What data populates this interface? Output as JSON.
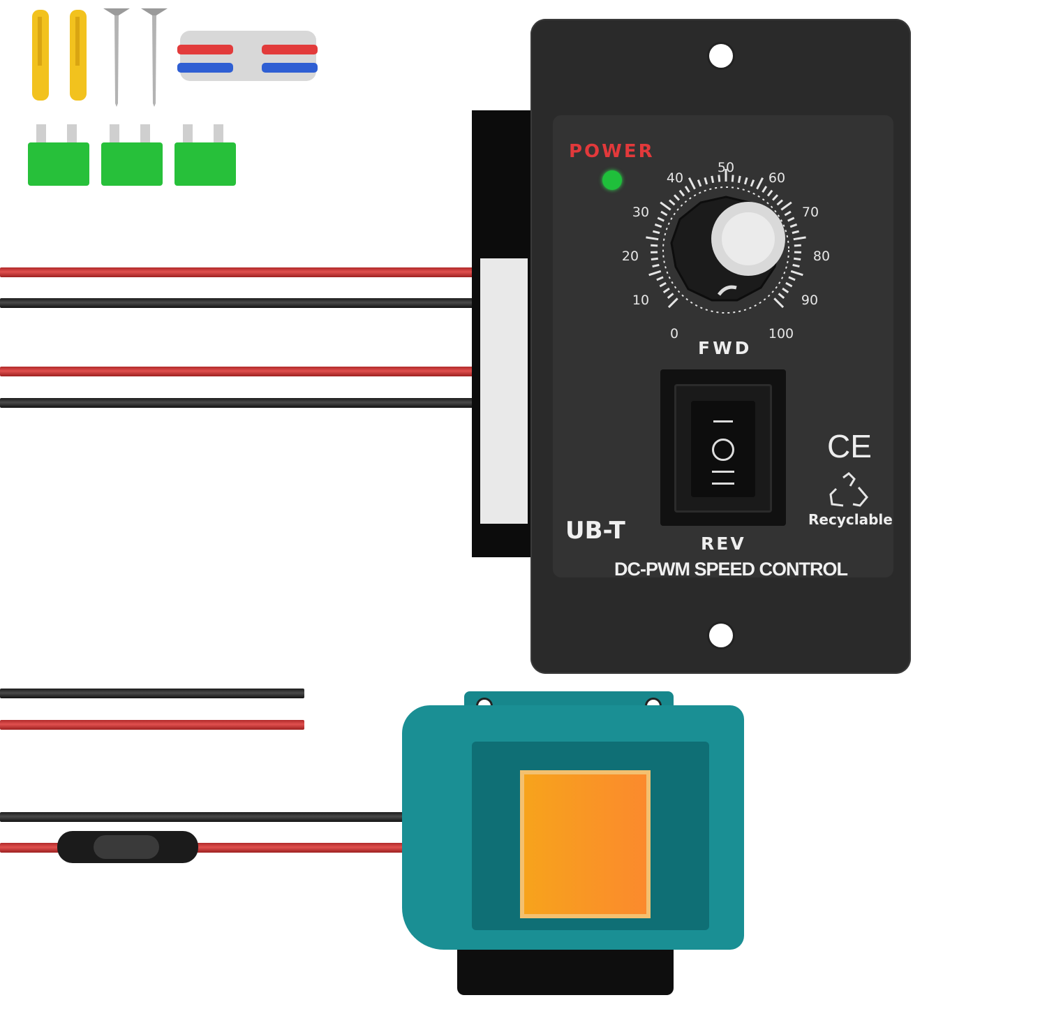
{
  "controller": {
    "power_label": "POWER",
    "dial_marks": [
      "0",
      "10",
      "20",
      "30",
      "40",
      "50",
      "60",
      "70",
      "80",
      "90",
      "100"
    ],
    "fwd_label": "FWD",
    "rev_label": "REV",
    "brand": "UB-T",
    "product_name": "DC-PWM SPEED CONTROL",
    "ce_mark": "CE",
    "recyclable_label": "Recyclable",
    "led_color": "#1fbf3b"
  },
  "colors": {
    "wire_red": "#d04545",
    "wire_black": "#2a2a2a",
    "battery_teal": "#1a8f94",
    "terminal_orange": "#f99a2a",
    "fuse_green": "#27c03a",
    "anchor_yellow": "#f2c21e"
  },
  "icons": [
    "wall-anchor-icon",
    "screw-icon",
    "wire-connector-icon",
    "blade-fuse-icon",
    "recycle-icon"
  ]
}
